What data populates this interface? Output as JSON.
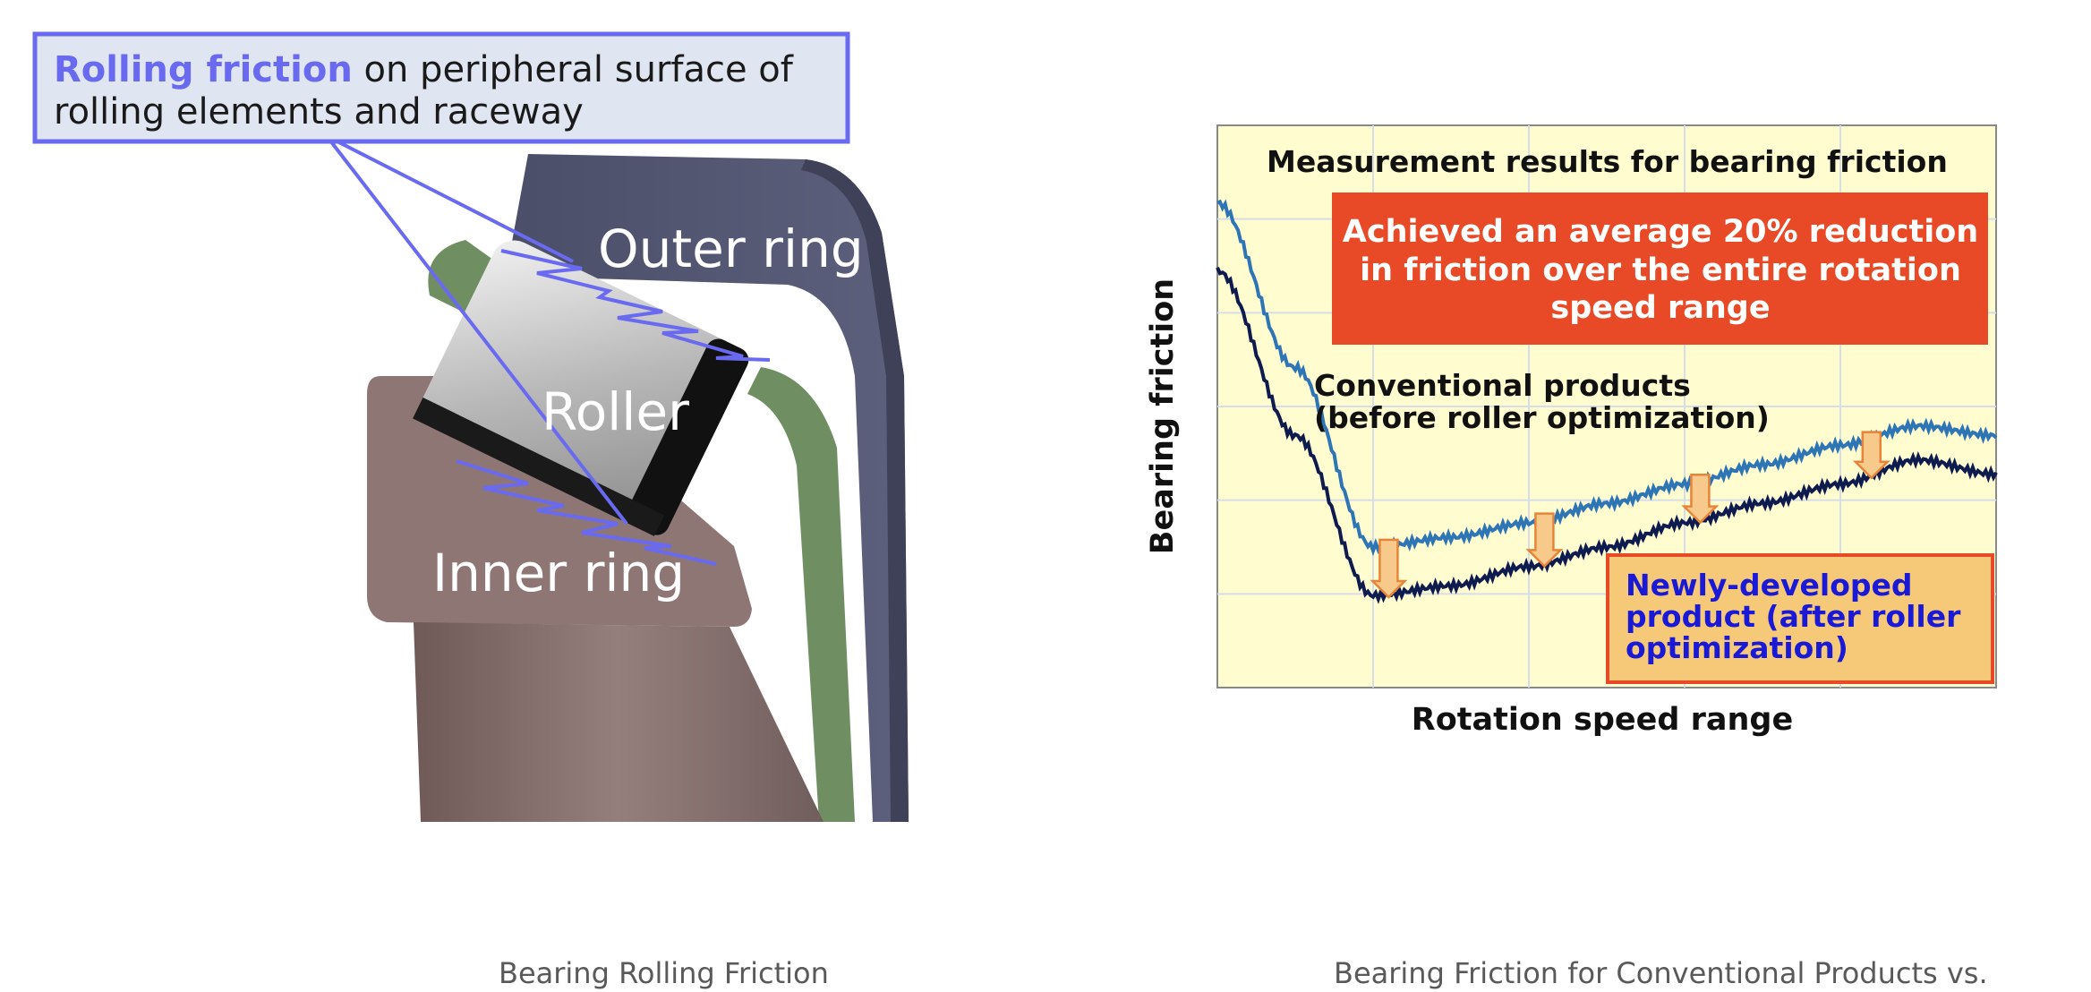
{
  "left_figure": {
    "callout_bold": "Rolling friction",
    "callout_rest_line1": " on peripheral surface of",
    "callout_line2": "rolling elements and raceway",
    "outer_ring_label": "Outer ring",
    "roller_label": "Roller",
    "inner_ring_label": "Inner ring",
    "caption": "Bearing Rolling Friction"
  },
  "right_figure": {
    "chart_title": "Measurement results for bearing friction",
    "highlight_line1": "Achieved an average 20% reduction",
    "highlight_line2": "in friction over the entire rotation",
    "highlight_line3": "speed range",
    "conventional_line1": "Conventional products",
    "conventional_line2": "(before roller optimization)",
    "new_line1": "Newly-developed",
    "new_line2": "product (after roller",
    "new_line3": "optimization)",
    "caption": "Bearing Friction for Conventional Products vs."
  },
  "colors": {
    "callout_accent": "#6a6af0",
    "chart_background": "#fffdd0",
    "highlight_box": "#e84a27",
    "new_product_box": "#f5c977",
    "conventional_line": "#2e75b6",
    "new_line": "#0d1b4f"
  },
  "chart_data": {
    "type": "line",
    "title": "Measurement results for bearing friction",
    "xlabel": "Rotation speed range",
    "ylabel": "Bearing friction",
    "x": [
      0,
      0.5,
      1,
      1.5,
      2,
      2.5,
      3,
      3.5,
      4,
      4.5,
      5
    ],
    "series": [
      {
        "name": "Conventional products (before roller optimization)",
        "values": [
          5.0,
          3.3,
          1.45,
          1.55,
          1.7,
          1.9,
          2.1,
          2.3,
          2.5,
          2.7,
          2.6
        ]
      },
      {
        "name": "Newly-developed product (after roller optimization)",
        "values": [
          4.3,
          2.6,
          0.95,
          1.05,
          1.25,
          1.45,
          1.7,
          1.9,
          2.1,
          2.35,
          2.2
        ]
      }
    ],
    "grid": true
  }
}
